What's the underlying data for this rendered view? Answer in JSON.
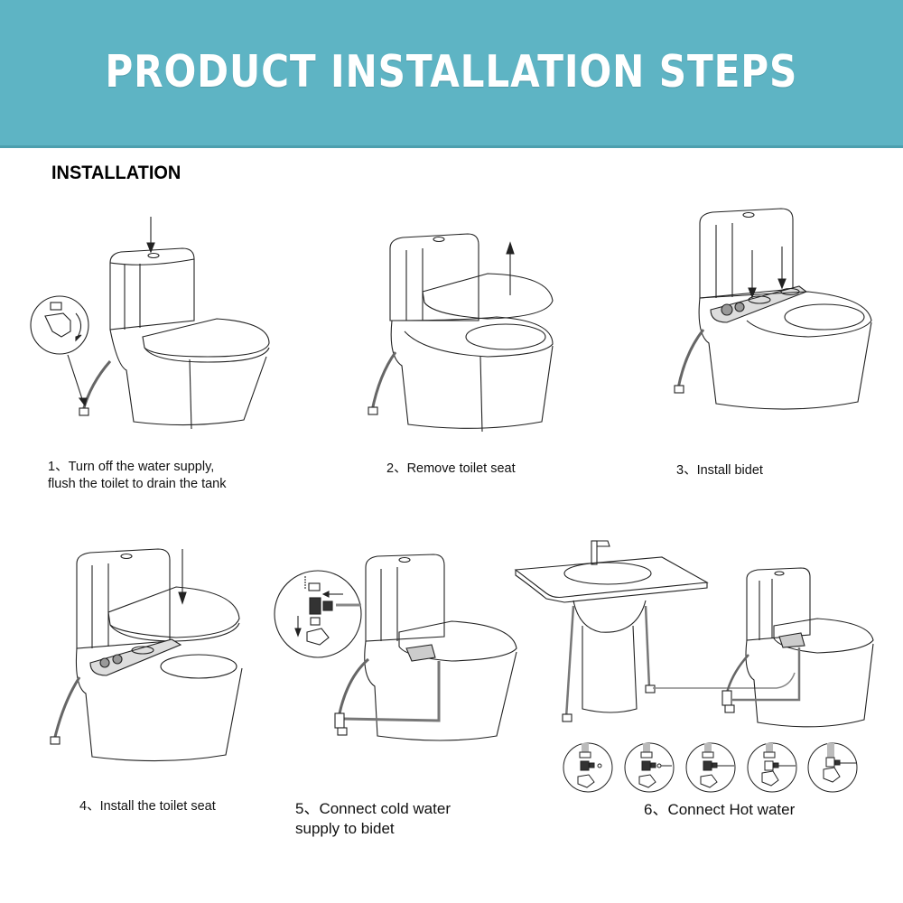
{
  "banner": {
    "title": "PRODUCT INSTALLATION STEPS",
    "background_color": "#5eb4c4",
    "text_color": "#ffffff"
  },
  "section": {
    "title": "INSTALLATION"
  },
  "steps": [
    {
      "number": "1",
      "caption_lines": [
        "1、Turn off the water supply,",
        "flush the toilet to drain the tank"
      ],
      "illustration": "toilet-with-shutoff-valve-callout"
    },
    {
      "number": "2",
      "caption_lines": [
        "2、Remove toilet seat"
      ],
      "illustration": "toilet-seat-lifted-off"
    },
    {
      "number": "3",
      "caption_lines": [
        "3、Install bidet"
      ],
      "illustration": "bidet-attachment-on-bowl"
    },
    {
      "number": "4",
      "caption_lines": [
        "4、Install the toilet seat"
      ],
      "illustration": "toilet-seat-lowered-onto-bidet"
    },
    {
      "number": "5",
      "caption_lines": [
        "5、Connect cold water",
        "supply to bidet"
      ],
      "illustration": "cold-water-t-valve-callout"
    },
    {
      "number": "6",
      "caption_lines": [
        "6、Connect Hot water"
      ],
      "illustration": "sink-hot-water-line-to-bidet",
      "detail_callouts": 5
    }
  ]
}
